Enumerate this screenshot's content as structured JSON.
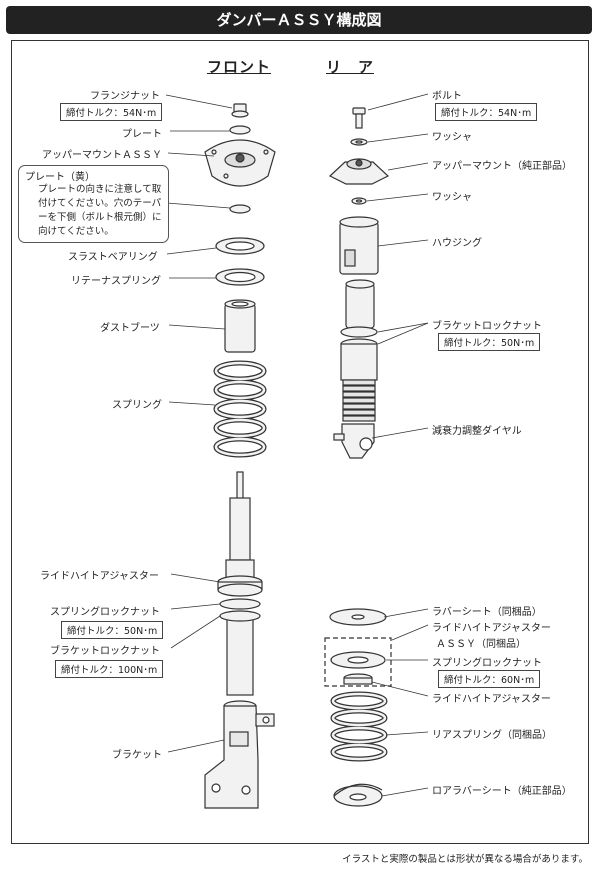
{
  "title": "ダンパーＡＳＳＹ構成図",
  "front": {
    "heading": "フロント",
    "labels": {
      "flange_nut": "フランジナット",
      "flange_nut_torque": "締付トルク：54N･m",
      "plate": "プレート",
      "upper_mount": "アッパーマウントＡＳＳＹ",
      "thrust_bearing": "スラストベアリング",
      "retainer_spring": "リテーナスプリング",
      "dust_boot": "ダストブーツ",
      "spring": "スプリング",
      "ride_height_adjuster": "ライドハイトアジャスター",
      "spring_lock_nut": "スプリングロックナット",
      "spring_lock_nut_torque": "締付トルク：50N･m",
      "bracket_lock_nut": "ブラケットロックナット",
      "bracket_lock_nut_torque": "締付トルク：100N･m",
      "bracket": "ブラケット"
    },
    "note": {
      "title": "プレート（黄）",
      "body": "プレートの向きに注意して取付けてください。穴のテーパーを下側（ボルト根元側）に向けてください。"
    }
  },
  "rear": {
    "heading": "リ　ア",
    "labels": {
      "bolt": "ボルト",
      "bolt_torque": "締付トルク：54N･m",
      "washer_top": "ワッシャ",
      "upper_mount": "アッパーマウント（純正部品）",
      "washer_bottom": "ワッシャ",
      "housing": "ハウジング",
      "bracket_lock_nut": "ブラケットロックナット",
      "bracket_lock_nut_torque": "締付トルク：50N･m",
      "damping_dial": "減衰力調整ダイヤル",
      "rubber_sheet": "ラバーシート（同梱品）",
      "ride_height_assy_1": "ライドハイトアジャスター",
      "ride_height_assy_2": "ＡＳＳＹ（同梱品）",
      "spring_lock_nut": "スプリングロックナット",
      "spring_lock_nut_torque": "締付トルク：60N･m",
      "ride_height_adjuster": "ライドハイトアジャスター",
      "rear_spring": "リアスプリング（同梱品）",
      "lower_rubber_seat": "ロアラバーシート（純正部品）"
    }
  },
  "footnote": "イラストと実際の製品とは形状が異なる場合があります。",
  "colors": {
    "title_bg": "#222222",
    "line": "#333333",
    "part_fill": "#f2f2f2"
  }
}
